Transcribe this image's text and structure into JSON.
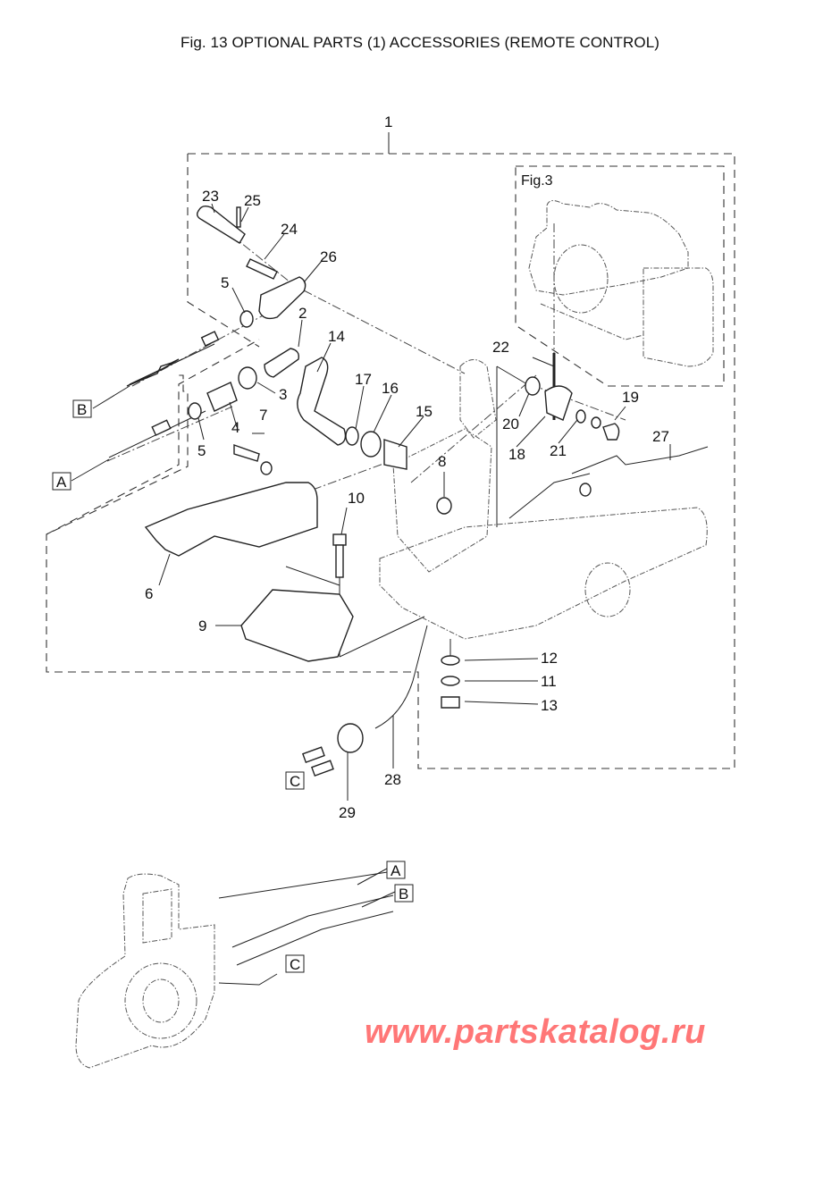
{
  "title": "Fig. 13    OPTIONAL PARTS (1) ACCESSORIES (REMOTE CONTROL)",
  "inset_label": "Fig.3",
  "callouts": [
    {
      "id": "1",
      "label": "1"
    },
    {
      "id": "2",
      "label": "2"
    },
    {
      "id": "3",
      "label": "3"
    },
    {
      "id": "4",
      "label": "4"
    },
    {
      "id": "5a",
      "label": "5"
    },
    {
      "id": "5b",
      "label": "5"
    },
    {
      "id": "6",
      "label": "6"
    },
    {
      "id": "7",
      "label": "7"
    },
    {
      "id": "8",
      "label": "8"
    },
    {
      "id": "9",
      "label": "9"
    },
    {
      "id": "10",
      "label": "10"
    },
    {
      "id": "11",
      "label": "11"
    },
    {
      "id": "12",
      "label": "12"
    },
    {
      "id": "13",
      "label": "13"
    },
    {
      "id": "14",
      "label": "14"
    },
    {
      "id": "15",
      "label": "15"
    },
    {
      "id": "16",
      "label": "16"
    },
    {
      "id": "17",
      "label": "17"
    },
    {
      "id": "18",
      "label": "18"
    },
    {
      "id": "19",
      "label": "19"
    },
    {
      "id": "20",
      "label": "20"
    },
    {
      "id": "21",
      "label": "21"
    },
    {
      "id": "22",
      "label": "22"
    },
    {
      "id": "23",
      "label": "23"
    },
    {
      "id": "24",
      "label": "24"
    },
    {
      "id": "25",
      "label": "25"
    },
    {
      "id": "26",
      "label": "26"
    },
    {
      "id": "27",
      "label": "27"
    },
    {
      "id": "28",
      "label": "28"
    },
    {
      "id": "29",
      "label": "29"
    }
  ],
  "connector_refs": {
    "upper": [
      "B",
      "A",
      "C"
    ],
    "lower": [
      "A",
      "B",
      "C"
    ]
  },
  "watermark": "www.partskatalog.ru"
}
